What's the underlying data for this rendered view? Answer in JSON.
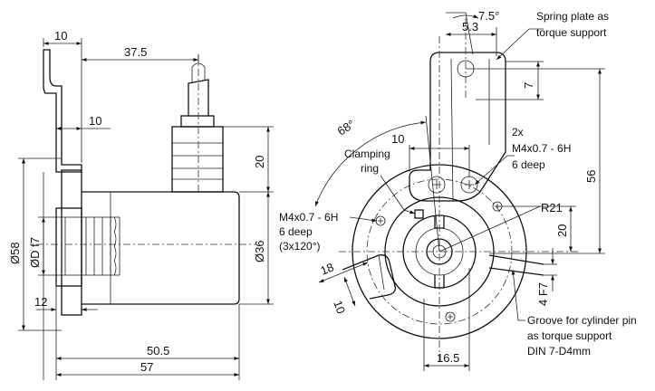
{
  "side_view": {
    "dim_flange": "10",
    "dim_cable": "37.5",
    "dim_clamp": "10",
    "dim_gland": "20",
    "dim_d58": "Ø58",
    "dim_dshaft": "ØD f7",
    "dim_d36": "Ø36",
    "dim_shaft": "12",
    "dim_body": "50.5",
    "dim_total": "57"
  },
  "front_view": {
    "angle_75": "7.5°",
    "dim_53": "5.3",
    "dim_7": "7",
    "dim_56": "56",
    "angle_68": "68°",
    "dim_10_top": "10",
    "dim_r21": "R21",
    "dim_20": "20",
    "dim_4f7": "4 F7",
    "dim_18": "18",
    "dim_10_slot": "10",
    "dim_165": "16.5",
    "note_spring": [
      "Spring plate as",
      "torque support"
    ],
    "note_clamp": [
      "Clamping",
      "ring"
    ],
    "note_2x": [
      "2x",
      "M4x0.7 - 6H",
      "6 deep"
    ],
    "note_m4": [
      "M4x0.7 - 6H",
      "6 deep",
      "(3x120°)"
    ],
    "note_groove": [
      "Groove for cylinder pin",
      "as torque support",
      "DIN 7-D4mm"
    ]
  }
}
